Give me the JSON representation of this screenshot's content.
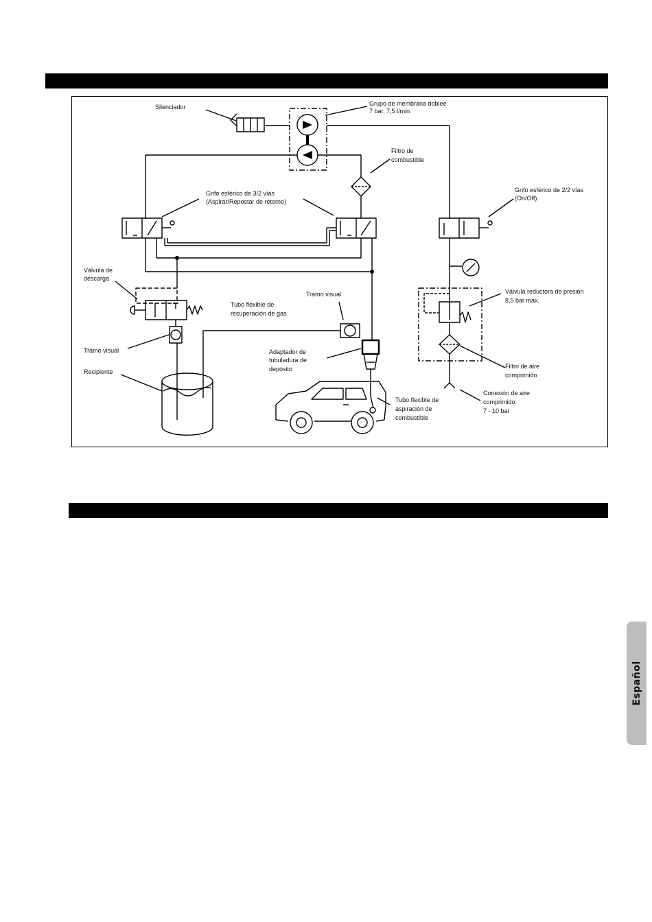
{
  "labels": {
    "silenciador": "Silenciador",
    "grupo_l1": "Grupo de membrana doblee",
    "grupo_l2": "7 bar, 7,5 l/min.",
    "filtro_comb_l1": "Filtro de",
    "filtro_comb_l2": "combustible",
    "grifo32_l1": "Grifo esférico de 3/2 vías",
    "grifo32_l2": "(Aspirar/Repostar de retorno)",
    "grifo22_l1": "Grifo esférico de 2/2 vías",
    "grifo22_l2": "(On/Off)",
    "valvula_desc_l1": "Válvula de",
    "valvula_desc_l2": "descarga",
    "tubo_recup_l1": "Tubo flexible de",
    "tubo_recup_l2": "recuperación de gas",
    "tramo_visual_top": "Tramo visual",
    "tramo_visual_left": "Tramo visual",
    "recipiente": "Recipiente",
    "adaptador_l1": "Adaptador de",
    "adaptador_l2": "tubuladura de",
    "adaptador_l3": "depósito",
    "tubo_asp_l1": "Tubo flexible de",
    "tubo_asp_l2": "aspiración de",
    "tubo_asp_l3": "combustible",
    "valvula_red_l1": "Válvula reductora de presión",
    "valvula_red_l2": "8,5 bar max.",
    "filtro_aire_l1": "Filtro de aire",
    "filtro_aire_l2": "comprimido",
    "conexion_l1": "Conexión de aire",
    "conexion_l2": "comprimido",
    "conexion_l3": "7 - 10 bar"
  },
  "side_tab": {
    "label": "Español"
  },
  "colors": {
    "ink": "#000000",
    "tab_bg": "#bdbdbd"
  }
}
